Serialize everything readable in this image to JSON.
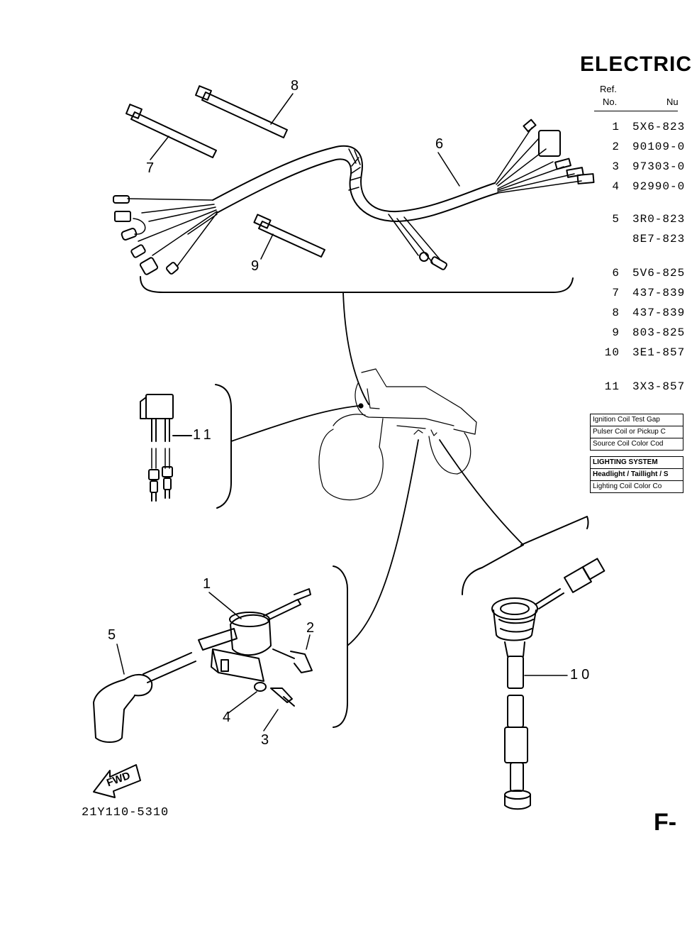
{
  "title": "ELECTRIC",
  "parts_table": {
    "header_ref": "Ref.",
    "header_no": "No.",
    "header_part": "Nu",
    "rows": [
      {
        "ref": "1",
        "part": "5X6-823"
      },
      {
        "ref": "2",
        "part": "90109-0"
      },
      {
        "ref": "3",
        "part": "97303-0"
      },
      {
        "ref": "4",
        "part": "92990-0"
      },
      {
        "ref": "5",
        "part": "3R0-823"
      },
      {
        "ref": "",
        "part": "8E7-823"
      },
      {
        "ref": "6",
        "part": "5V6-825"
      },
      {
        "ref": "7",
        "part": "437-839"
      },
      {
        "ref": "8",
        "part": "437-839"
      },
      {
        "ref": "9",
        "part": "803-825"
      },
      {
        "ref": "10",
        "part": "3E1-857"
      },
      {
        "ref": "11",
        "part": "3X3-857"
      }
    ]
  },
  "spec_table_1": [
    "Ignition Coil Test Gap",
    "Pulser Coil or Pickup C",
    "Source Coil Color Cod"
  ],
  "spec_table_2": {
    "heading": "LIGHTING SYSTEM",
    "rows": [
      "Headlight / Taillight / S",
      "Lighting Coil Color Co"
    ]
  },
  "callouts": [
    "1",
    "2",
    "3",
    "4",
    "5",
    "6",
    "7",
    "8",
    "9",
    "10",
    "11"
  ],
  "fwd_label": "FWD",
  "figure_code": "21Y110-5310",
  "page_code": "F-"
}
